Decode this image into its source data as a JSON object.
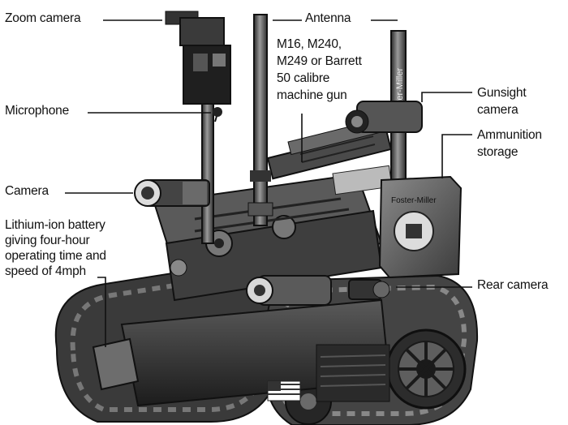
{
  "diagram": {
    "labels": {
      "zoom_camera": "Zoom camera",
      "antenna": "Antenna",
      "gun": "M16, M240,\nM249 or Barrett\n50 calibre\nmachine gun",
      "gunsight_camera": "Gunsight\ncamera",
      "ammunition_storage": "Ammunition\nstorage",
      "microphone": "Microphone",
      "camera": "Camera",
      "battery": "Lithium-ion battery\ngiving four-hour\noperating time and\nspeed of 4mph",
      "rear_camera": "Rear camera"
    },
    "markings": {
      "mast_brand": "Foster-Miller",
      "box_brand": "Foster-Miller"
    }
  }
}
